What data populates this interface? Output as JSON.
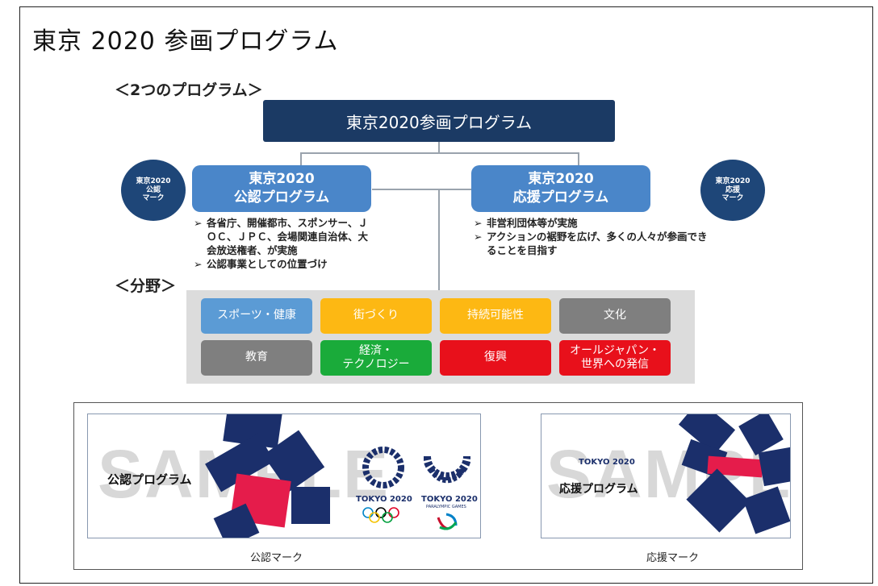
{
  "title": "東京 2020 参画プログラム",
  "section_programs": "＜2つのプログラム＞",
  "top_box": "東京2020参画プログラム",
  "official_program": {
    "line1": "東京2020",
    "line2": "公認プログラム"
  },
  "support_program": {
    "line1": "東京2020",
    "line2": "応援プログラム"
  },
  "official_circle": {
    "line1": "東京2020",
    "line2": "公認",
    "line3": "マーク"
  },
  "support_circle": {
    "line1": "東京2020",
    "line2": "応援",
    "line3": "マーク"
  },
  "official_bullets": [
    "各省庁、開催都市、スポンサー、ＪＯＣ、ＪＰＣ、会場関連自治体、大会放送権者、が実施",
    "公認事業としての位置づけ"
  ],
  "support_bullets": [
    "非営利団体等が実施",
    "アクションの裾野を広げ、多くの人々が参画できることを目指す"
  ],
  "bullet_marker": "➢",
  "section_fields": "＜分野＞",
  "fields": [
    {
      "line1": "スポーツ・健康",
      "line2": "",
      "color": "#5b9bd5"
    },
    {
      "line1": "街づくり",
      "line2": "",
      "color": "#fdb813"
    },
    {
      "line1": "持続可能性",
      "line2": "",
      "color": "#fdb813"
    },
    {
      "line1": "文化",
      "line2": "",
      "color": "#7f7f7f"
    },
    {
      "line1": "教育",
      "line2": "",
      "color": "#7f7f7f"
    },
    {
      "line1": "経済・",
      "line2": "テクノロジー",
      "color": "#1aab3a"
    },
    {
      "line1": "復興",
      "line2": "",
      "color": "#e8101b"
    },
    {
      "line1": "オールジャパン・",
      "line2": "世界への発信",
      "color": "#e8101b"
    }
  ],
  "official_mark": {
    "sample": "SAMPLE",
    "label": "公認プログラム",
    "olympic_text": "TOKYO 2020",
    "paralympic_text": "TOKYO 2020",
    "paralympic_sub": "PARALYMPIC GAMES",
    "caption": "公認マーク"
  },
  "support_mark": {
    "sample": "SAMPLE",
    "tokyo": "TOKYO 2020",
    "label": "応援プログラム",
    "caption": "応援マーク"
  }
}
